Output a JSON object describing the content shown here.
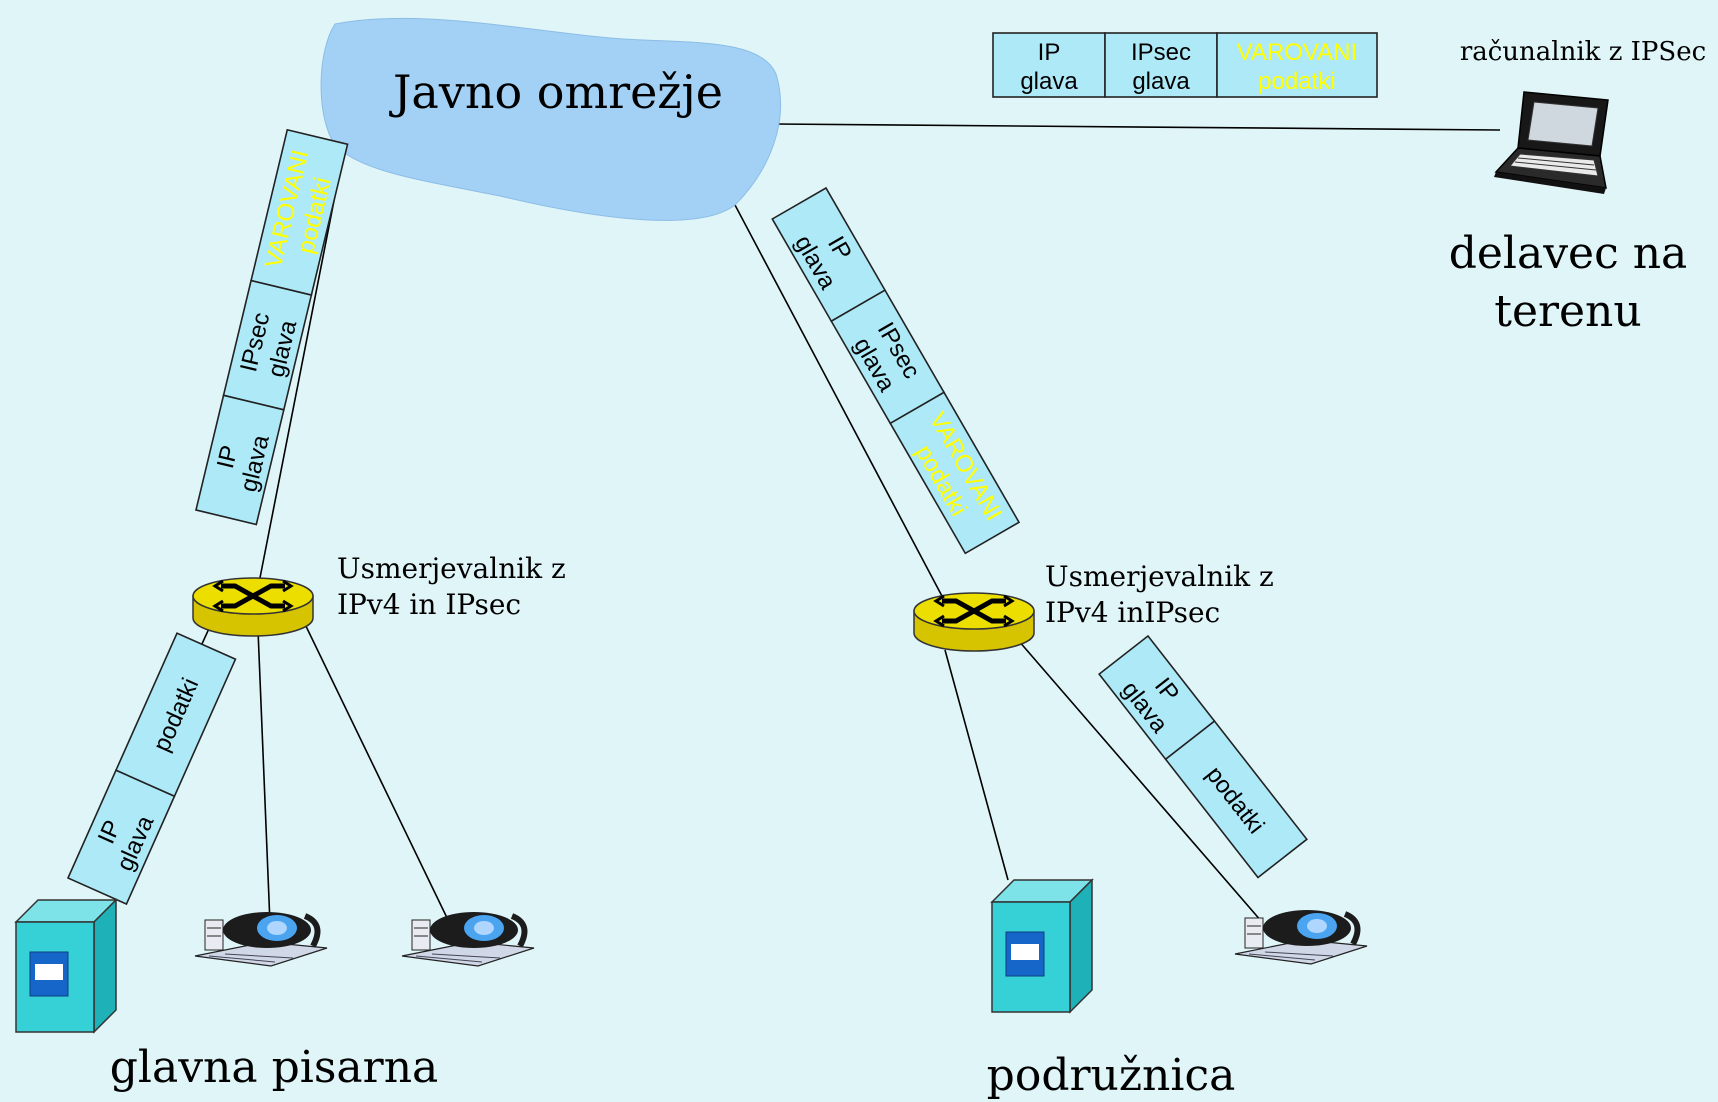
{
  "network": {
    "cloud_label": "Javno omrežje",
    "laptop_caption": "računalnik z IPSec",
    "field_worker_line1": "delavec na",
    "field_worker_line2": "terenu",
    "router1_line1": "Usmerjevalnik z",
    "router1_line2": "IPv4 in IPsec",
    "router2_line1": "Usmerjevalnik z",
    "router2_line2": "IPv4 inIPsec",
    "main_office_label": "glavna pisarna",
    "branch_label": "podružnica"
  },
  "packets": {
    "ip_line1": "IP",
    "ipsec_line1": "IPsec",
    "header_line2": "glava",
    "protected_line1": "VAROVANI",
    "protected_line2": "podatki",
    "data_label": "podatki"
  },
  "icons": [
    "cloud-icon",
    "laptop-icon",
    "router-icon",
    "server-icon",
    "workstation-icon"
  ],
  "colors": {
    "background": "#e0f5f8",
    "cloud": "#a3d0f5",
    "packet_fill": "#aee9f8",
    "protected_text": "#ffff00",
    "router": "#e8d800",
    "server": "#36d1d6"
  }
}
